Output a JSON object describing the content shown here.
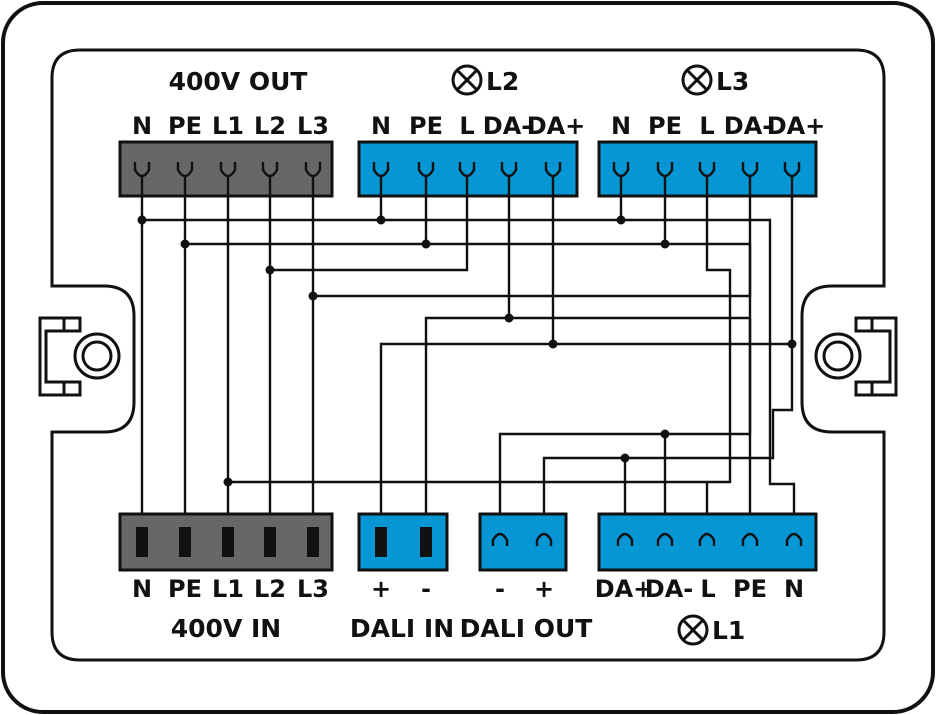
{
  "colors": {
    "gray_block": "#676767",
    "blue_block": "#0696d4",
    "wire": "#111111",
    "background": "#ffffff"
  },
  "blocks": {
    "out400": {
      "title": "400V OUT",
      "pins": [
        "N",
        "PE",
        "L1",
        "L2",
        "L3"
      ]
    },
    "l2": {
      "title": "L2",
      "icon": "lamp-icon",
      "pins": [
        "N",
        "PE",
        "L",
        "DA-",
        "DA+"
      ]
    },
    "l3": {
      "title": "L3",
      "icon": "lamp-icon",
      "pins": [
        "N",
        "PE",
        "L",
        "DA-",
        "DA+"
      ]
    },
    "in400": {
      "title": "400V IN",
      "pins": [
        "N",
        "PE",
        "L1",
        "L2",
        "L3"
      ]
    },
    "dali_in": {
      "title": "DALI IN",
      "pins": [
        "+",
        "-"
      ]
    },
    "dali_out": {
      "title": "DALI OUT",
      "pins": [
        "-",
        "+"
      ]
    },
    "l1": {
      "title": "L1",
      "icon": "lamp-icon",
      "pins": [
        "DA+",
        "DA-",
        "L",
        "PE",
        "N"
      ]
    }
  }
}
